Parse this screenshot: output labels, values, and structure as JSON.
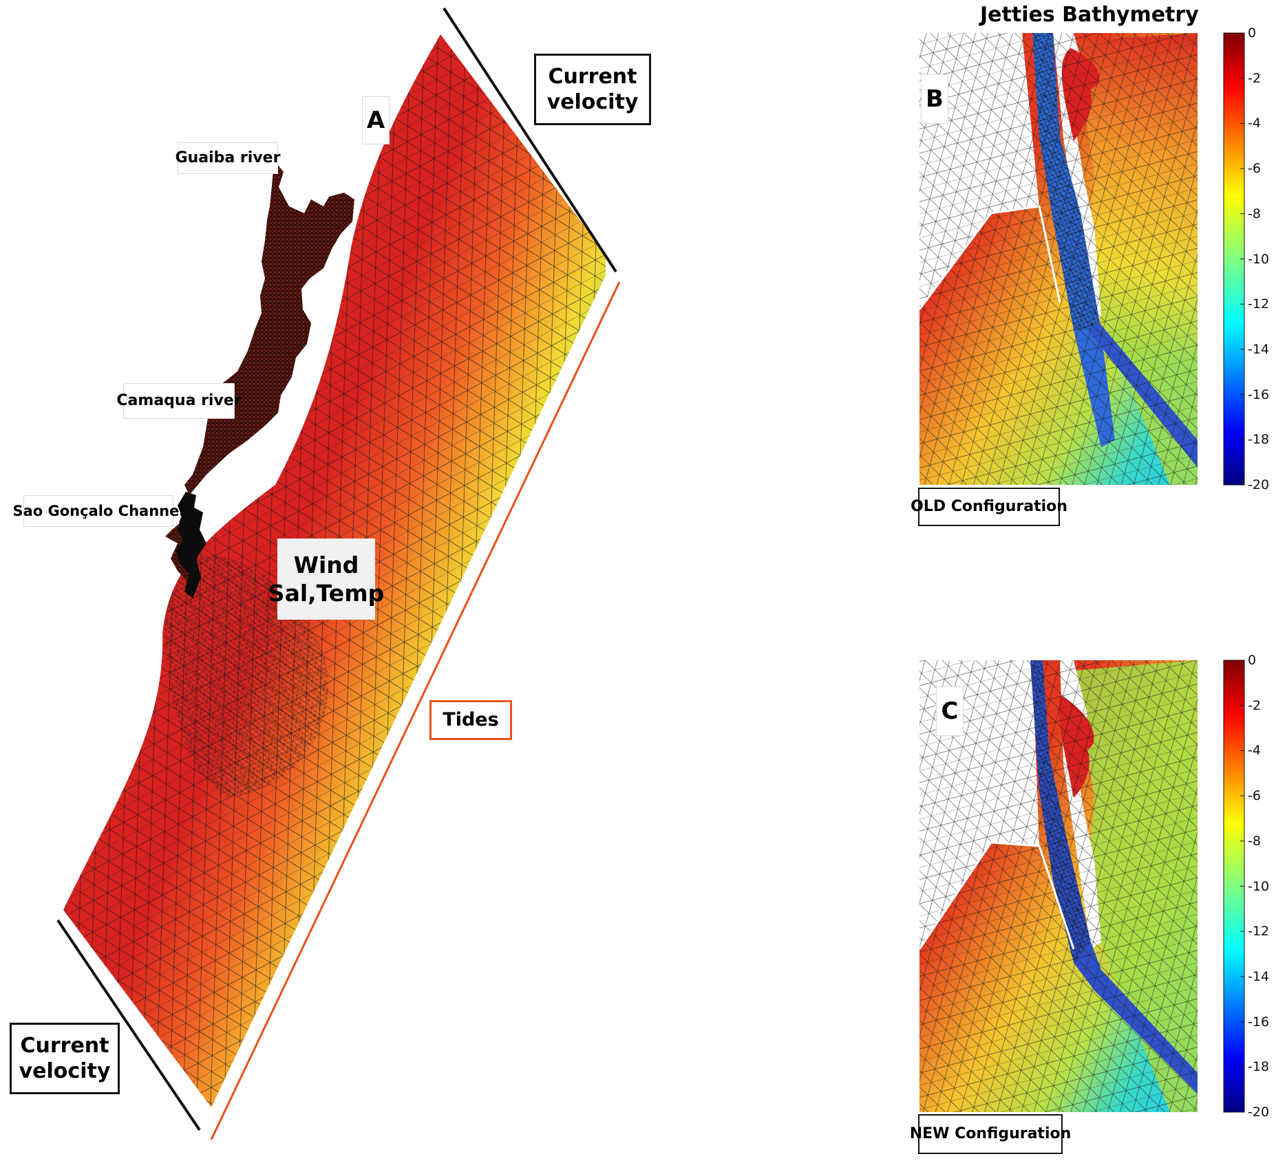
{
  "panel_a": {
    "letter": "A",
    "labels": {
      "guaiba": "Guaiba river",
      "camaqua": "Camaqua river",
      "sao_goncalo": "Sao Gonçalo Channel",
      "wind_line1": "Wind",
      "wind_line2": "Sal,Temp",
      "current_top_line1": "Current",
      "current_top_line2": "velocity",
      "current_bottom_line1": "Current",
      "current_bottom_line2": "velocity",
      "tides": "Tides"
    }
  },
  "panel_b": {
    "letter": "B",
    "configuration": "OLD Configuration"
  },
  "panel_c": {
    "letter": "C",
    "configuration": "NEW Configuration"
  },
  "jetties_title": "Jetties Bathymetry",
  "colorbar": {
    "min": -20,
    "max": 0,
    "ticks": [
      "0",
      "-2",
      "-4",
      "-6",
      "-8",
      "-10",
      "-12",
      "-14",
      "-16",
      "-18",
      "-20"
    ],
    "colormap": "jet"
  },
  "colors": {
    "shallow": "#d8221f",
    "mid": "#f4c430",
    "deep": "#2f32a8",
    "boundary_open": "#111111",
    "boundary_tides": "#e8521c",
    "estuary_mesh": "#6e1f14"
  }
}
